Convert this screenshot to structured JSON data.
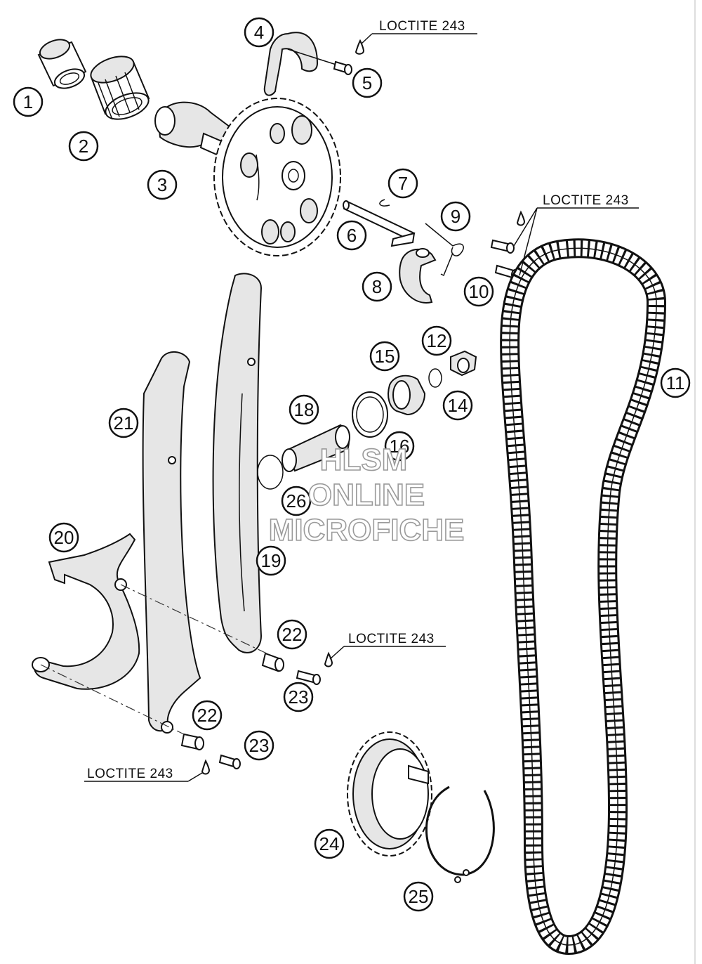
{
  "callouts": [
    {
      "num": "1"
    },
    {
      "num": "2"
    },
    {
      "num": "3"
    },
    {
      "num": "4"
    },
    {
      "num": "5"
    },
    {
      "num": "6"
    },
    {
      "num": "7"
    },
    {
      "num": "8"
    },
    {
      "num": "9"
    },
    {
      "num": "10"
    },
    {
      "num": "11"
    },
    {
      "num": "12"
    },
    {
      "num": "14"
    },
    {
      "num": "15"
    },
    {
      "num": "16"
    },
    {
      "num": "18"
    },
    {
      "num": "19"
    },
    {
      "num": "20"
    },
    {
      "num": "21"
    },
    {
      "num": "22"
    },
    {
      "num": "23"
    },
    {
      "num": "22"
    },
    {
      "num": "23"
    },
    {
      "num": "24"
    },
    {
      "num": "25"
    },
    {
      "num": "26"
    }
  ],
  "loctite_labels": [
    {
      "text": "LOCTITE 243"
    },
    {
      "text": "LOCTITE 243"
    },
    {
      "text": "LOCTITE 243"
    },
    {
      "text": "LOCTITE 243"
    }
  ],
  "watermark": {
    "line1": "HLSM",
    "line2": "ONLINE",
    "line3": "MICROFICHE"
  },
  "colors": {
    "line": "#111111",
    "background": "#ffffff",
    "part_shade": "#e6e6e6",
    "watermark_outline": "#9a9a9a"
  }
}
